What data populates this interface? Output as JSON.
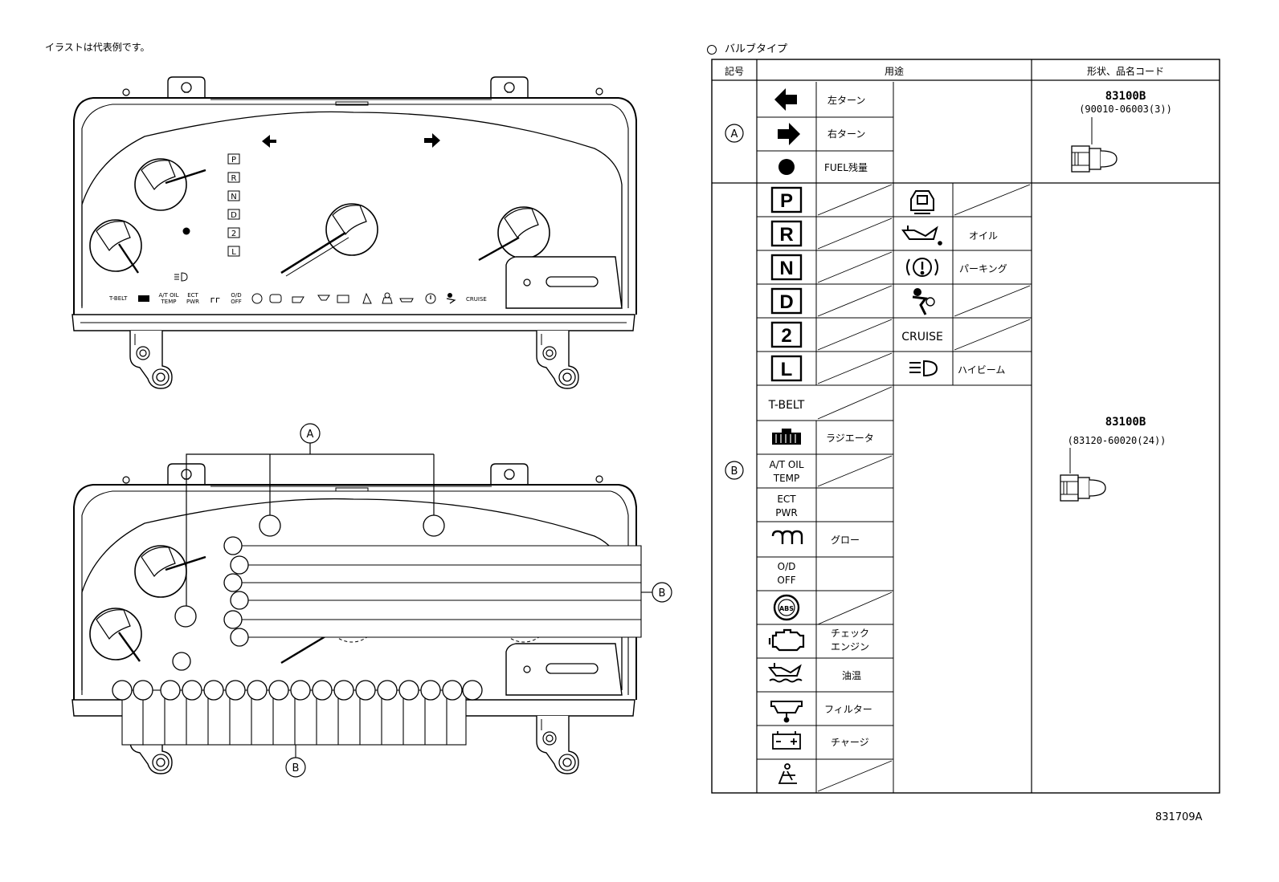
{
  "header": {
    "note": "イラストは代表例です。",
    "legend": "バルブタイプ",
    "figure_code": "831709A"
  },
  "callouts": {
    "a": "A",
    "b": "B"
  },
  "table": {
    "headers": {
      "symbol": "記号",
      "usage": "用途",
      "shape_code": "形状、品名コード"
    },
    "group_a": {
      "symbol": "A",
      "items": [
        {
          "icon": "left-arrow-icon",
          "label": "左ターン"
        },
        {
          "icon": "right-arrow-icon",
          "label": "右ターン"
        },
        {
          "icon": "filled-circle-icon",
          "label": "FUEL残量"
        }
      ],
      "part_number": "83100B",
      "part_code": "(90010-06003(3))"
    },
    "group_b": {
      "symbol": "B",
      "left_items": [
        {
          "icon": "gear-p",
          "text": "P",
          "label": ""
        },
        {
          "icon": "gear-r",
          "text": "R",
          "label": ""
        },
        {
          "icon": "gear-n",
          "text": "N",
          "label": ""
        },
        {
          "icon": "gear-d",
          "text": "D",
          "label": ""
        },
        {
          "icon": "gear-2",
          "text": "2",
          "label": ""
        },
        {
          "icon": "gear-l",
          "text": "L",
          "label": ""
        },
        {
          "icon": "text",
          "text": "T-BELT",
          "label": ""
        },
        {
          "icon": "radiator-icon",
          "text": "",
          "label": "ラジエータ"
        },
        {
          "icon": "text",
          "text": "A/T OIL TEMP",
          "label": ""
        },
        {
          "icon": "text",
          "text": "ECT PWR",
          "label": ""
        },
        {
          "icon": "glow-icon",
          "text": "",
          "label": "グロー"
        },
        {
          "icon": "text",
          "text": "O/D OFF",
          "label": ""
        },
        {
          "icon": "abs-icon",
          "text": "ABS",
          "label": ""
        },
        {
          "icon": "engine-icon",
          "text": "",
          "label": "チェック エンジン"
        },
        {
          "icon": "oil-temp-icon",
          "text": "",
          "label": "油温"
        },
        {
          "icon": "filter-icon",
          "text": "",
          "label": "フィルター"
        },
        {
          "icon": "battery-icon",
          "text": "",
          "label": "チャージ"
        },
        {
          "icon": "seatbelt-icon",
          "text": "",
          "label": ""
        }
      ],
      "right_items": [
        {
          "icon": "door-icon",
          "text": "",
          "label": ""
        },
        {
          "icon": "oil-can-icon",
          "text": "",
          "label": "オイル"
        },
        {
          "icon": "parking-brake-icon",
          "text": "",
          "label": "パーキング"
        },
        {
          "icon": "airbag-icon",
          "text": "",
          "label": ""
        },
        {
          "icon": "text",
          "text": "CRUISE",
          "label": ""
        },
        {
          "icon": "high-beam-icon",
          "text": "",
          "label": "ハイビーム"
        }
      ],
      "part_number": "83100B",
      "part_code": "(83120-60020(24))"
    }
  },
  "cluster_labels": {
    "gears": [
      "P",
      "R",
      "N",
      "D",
      "2",
      "L"
    ],
    "tbelt": "T-BELT",
    "at_oil_1": "A/T OIL",
    "at_oil_2": "TEMP",
    "ect_1": "ECT",
    "ect_2": "PWR",
    "od_1": "O/D",
    "od_2": "OFF",
    "cruise": "CRUISE"
  }
}
